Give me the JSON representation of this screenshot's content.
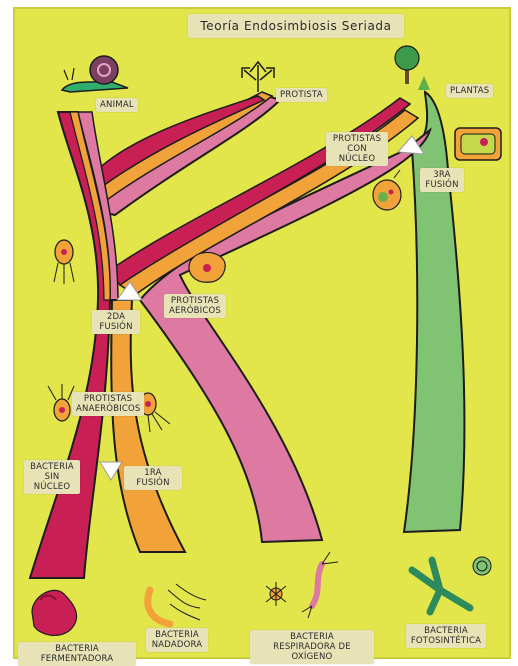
{
  "title": "Teoría Endosimbiosis Seriada",
  "labels": {
    "animal": "ANIMAL",
    "protista": "PROTISTA",
    "plantas": "PLANTAS",
    "protistas_con_nucleo": "PROTISTAS\nCON\nNÚCLEO",
    "tercera_fusion": "3RA\nFUSIÓN",
    "segunda_fusion": "2DA\nFUSIÓN",
    "protistas_aerobicos": "PROTISTAS\nAERÓBICOS",
    "protistas_anaerobicos": "PROTISTAS\nANAERÓBICOS",
    "bacteria_sin_nucleo": "BACTERIA\nSIN\nNÚCLEO",
    "primera_fusion": "1RA\nFUSIÓN",
    "bacteria_fermentadora": "BACTERIA FERMENTADORA",
    "bacteria_nadadora": "BACTERIA\nNADADORA",
    "bacteria_respiradora": "BACTERIA\nRESPIRADORA DE OXÍGENO",
    "bacteria_fotosintetica": "BACTERIA\nFOTOSINTÉTICA"
  },
  "colors": {
    "background": "#e2e64a",
    "magenta": "#c81f55",
    "pink": "#de7aa2",
    "orange": "#f1a33a",
    "green": "#7fc373",
    "fusion_marker": "#ffffff"
  }
}
